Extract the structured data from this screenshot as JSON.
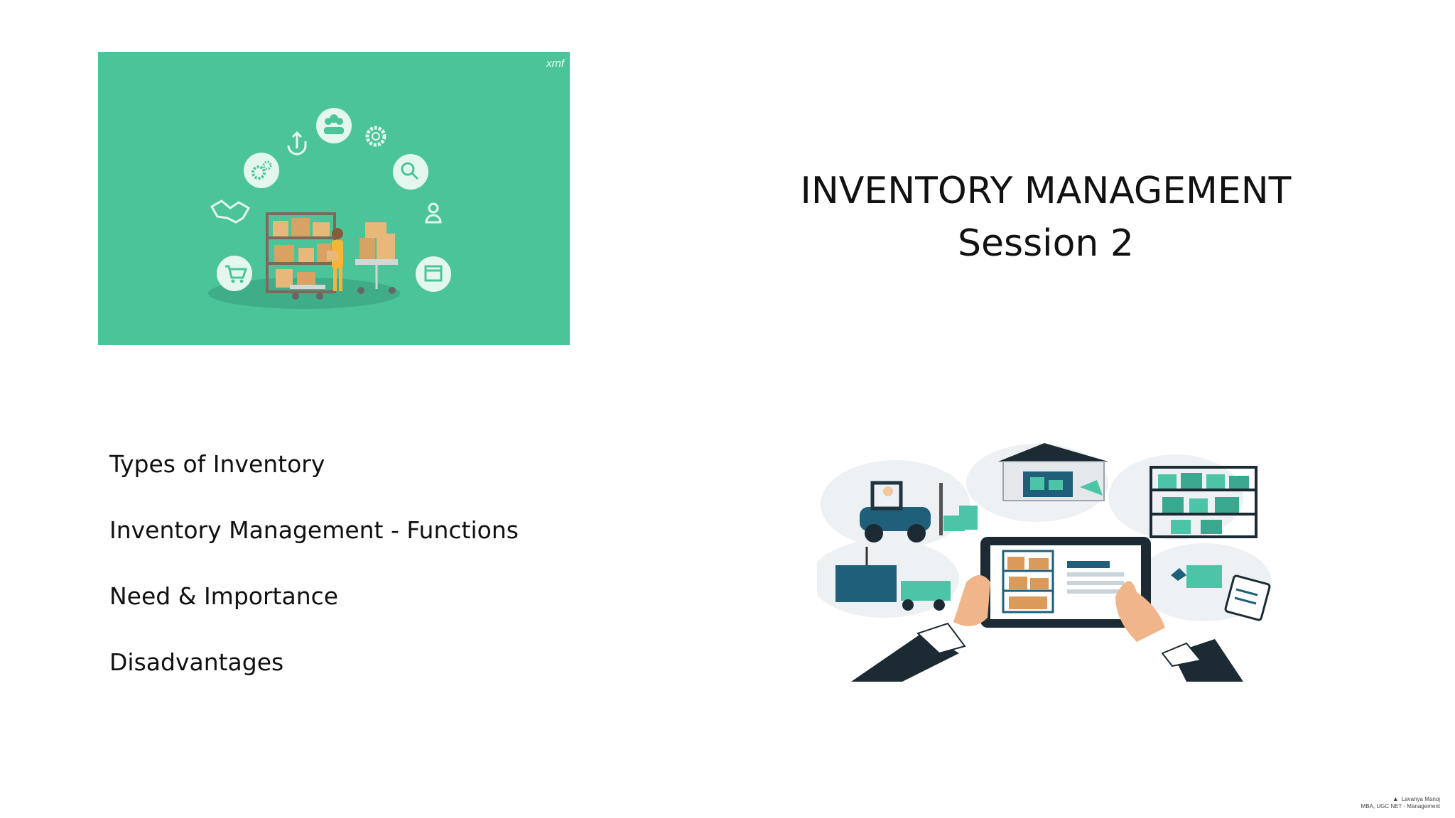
{
  "slide": {
    "title_line1": "INVENTORY MANAGEMENT",
    "title_line2": "Session 2",
    "agenda": [
      "Types of Inventory",
      "Inventory Management - Functions",
      "Need & Importance",
      "Disadvantages"
    ],
    "footer": {
      "name": "Lavanya Manoj",
      "credentials": "MBA, UGC NET - Management"
    },
    "brand_mark": "xrnf"
  },
  "colors": {
    "hero_background": "#4cc49a",
    "hero_accent": "#e4f7ef",
    "text": "#111111"
  },
  "icons": [
    "upload-icon",
    "people-icon",
    "gear-icon",
    "settings-icon",
    "search-icon",
    "handshake-icon",
    "user-icon",
    "cart-icon",
    "calendar-icon"
  ]
}
